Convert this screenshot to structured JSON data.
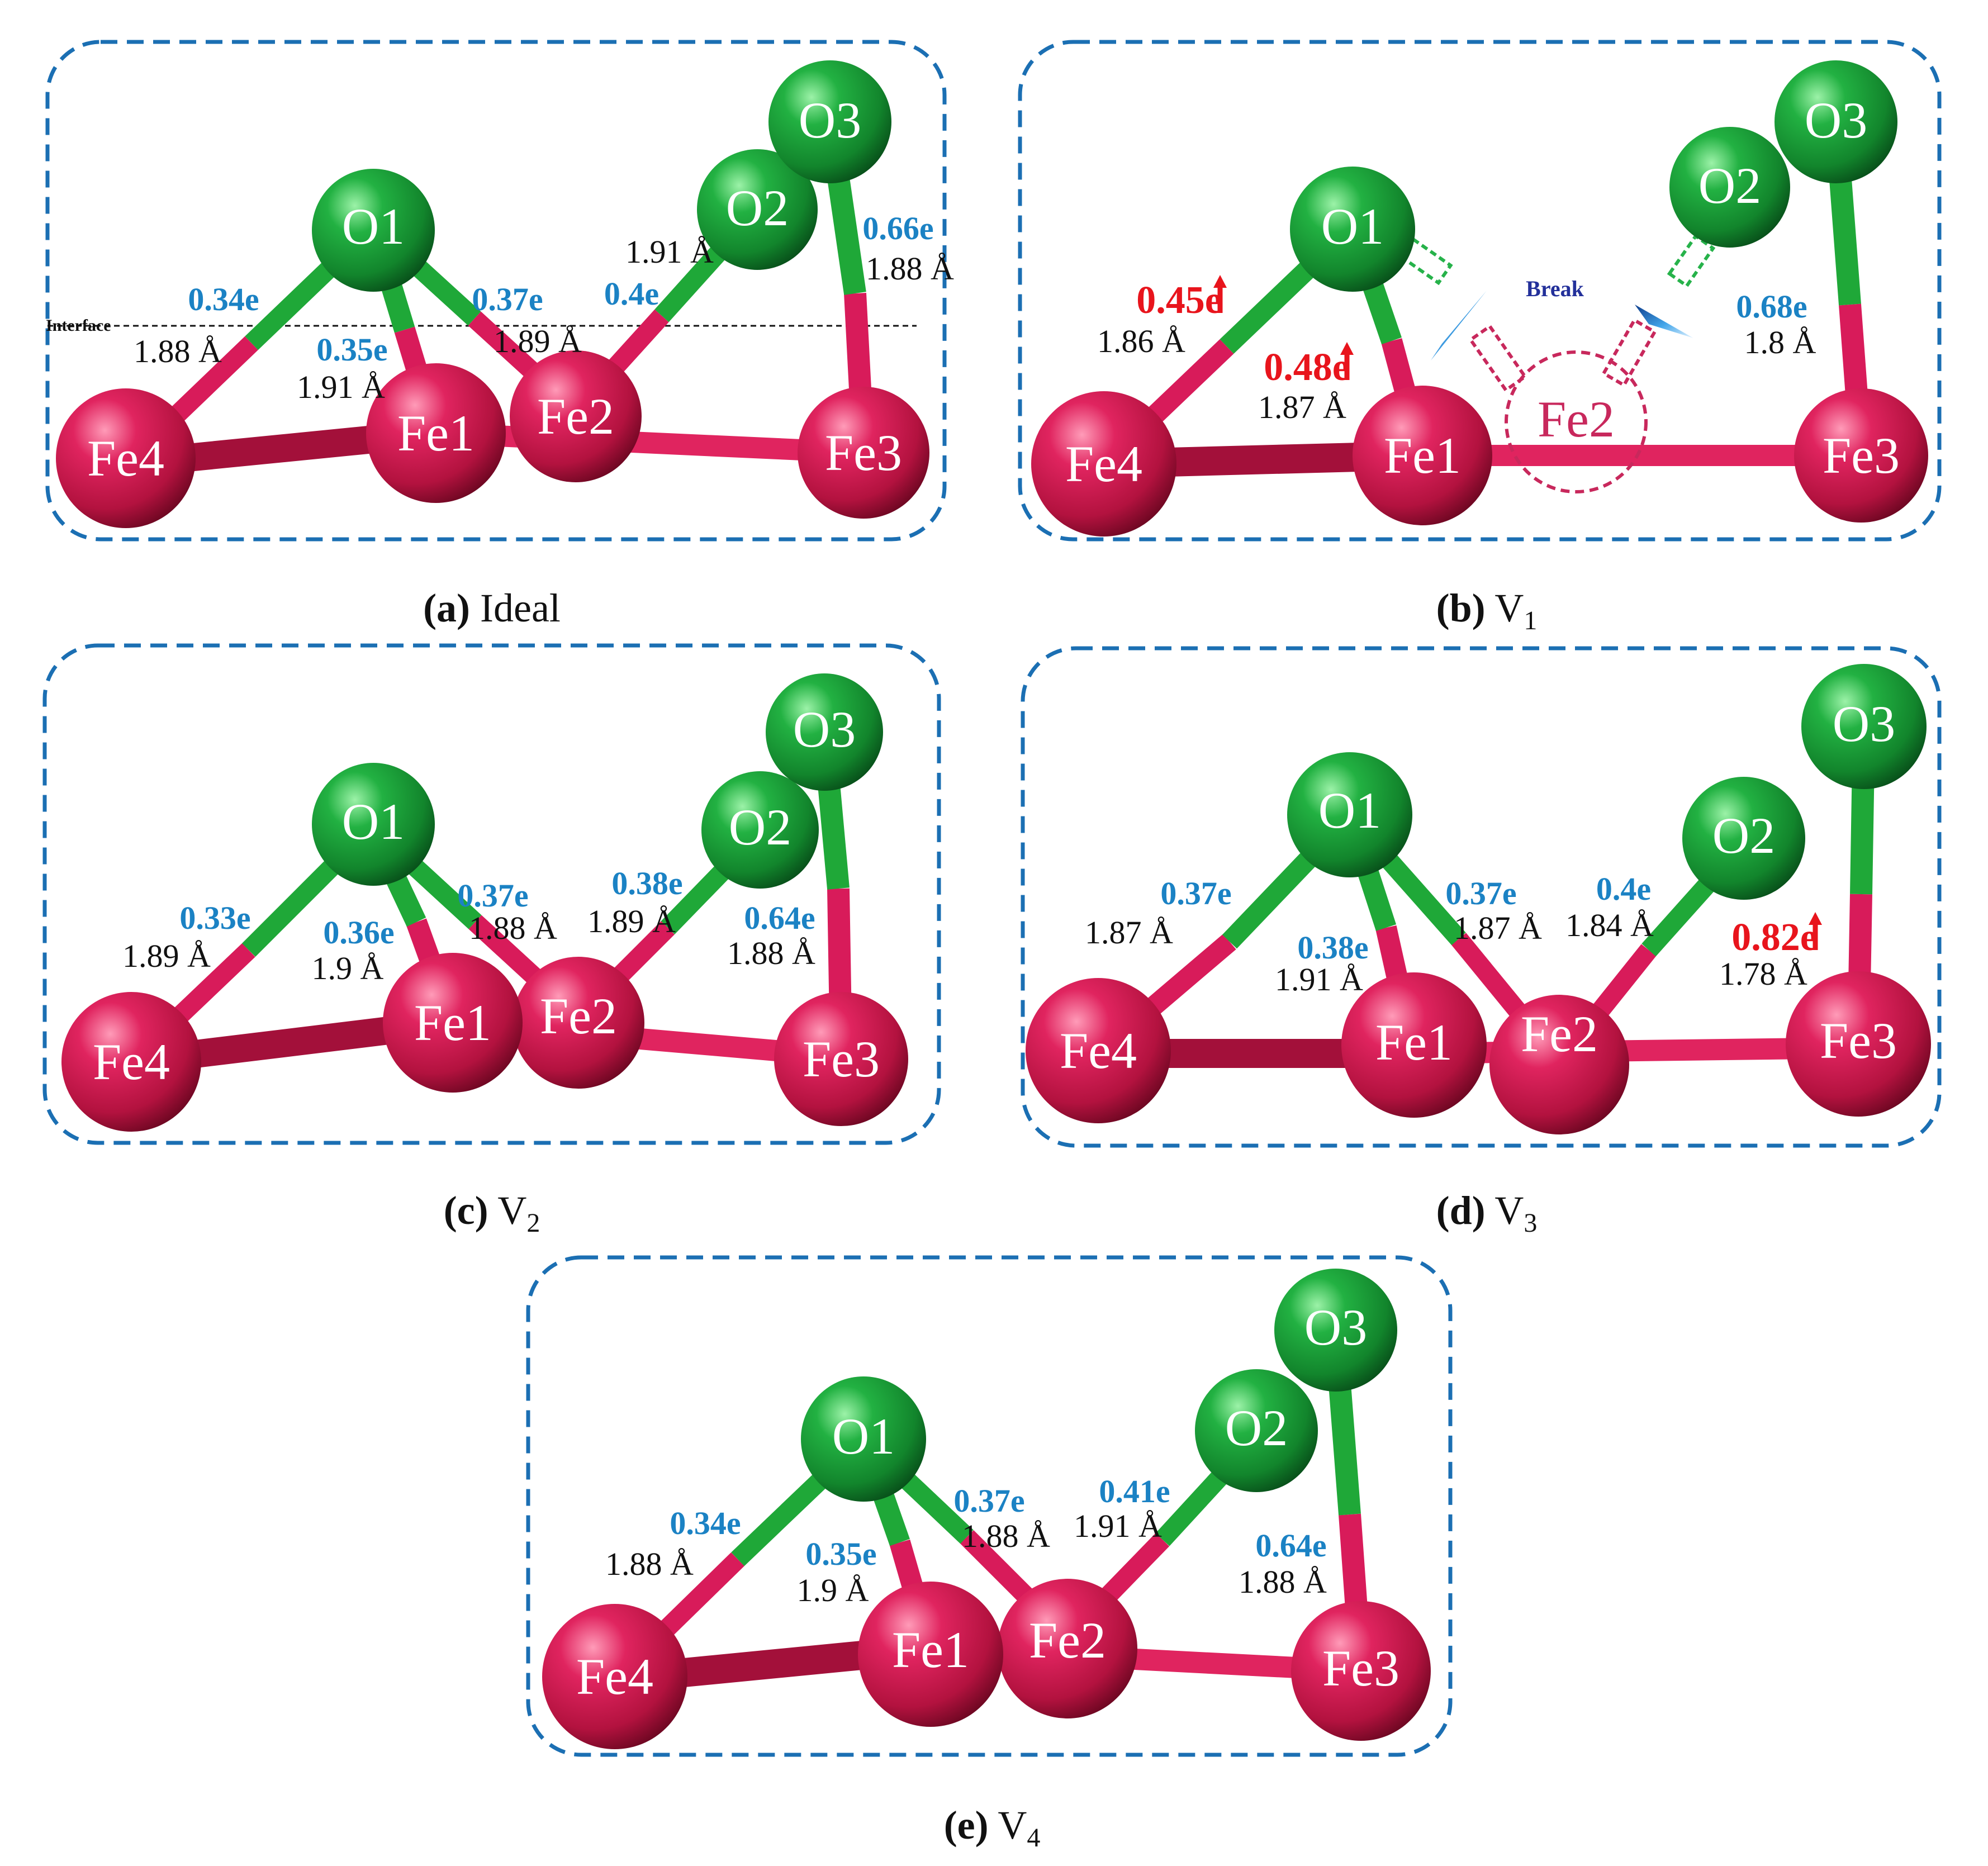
{
  "colors": {
    "iron": "#d81b5a",
    "oxygen": "#1fa838",
    "charge_text": "#1b82c4",
    "highlight_text": "#e8141c",
    "frame": "#1b6fb3"
  },
  "panels": [
    {
      "letter": "a",
      "caption_letter": "(a)",
      "caption_text": "Ideal",
      "caption_sub": "",
      "interface_label": "Interface",
      "atoms": {
        "Fe4": "Fe4",
        "Fe1": "Fe1",
        "Fe2": "Fe2",
        "Fe3": "Fe3",
        "O1": "O1",
        "O2": "O2",
        "O3": "O3"
      },
      "bonds": {
        "fe4_o1": {
          "charge": "0.34e",
          "dist": "1.88 Å"
        },
        "fe1_o1": {
          "charge": "0.35e",
          "dist": "1.91 Å"
        },
        "fe2_o1": {
          "charge": "0.37e",
          "dist": "1.89 Å"
        },
        "fe2_o2": {
          "charge": "0.4e",
          "dist": "1.91 Å"
        },
        "fe3_o3": {
          "charge": "0.66e",
          "dist": "1.88 Å"
        }
      }
    },
    {
      "letter": "b",
      "caption_letter": "(b)",
      "caption_text": "V",
      "caption_sub": "1",
      "break_label": "Break",
      "ghost_label": "Fe2",
      "atoms": {
        "Fe4": "Fe4",
        "Fe1": "Fe1",
        "Fe3": "Fe3",
        "O1": "O1",
        "O2": "O2",
        "O3": "O3"
      },
      "bonds": {
        "fe4_o1": {
          "charge": "0.45e",
          "dist": "1.86 Å"
        },
        "fe1_o1": {
          "charge": "0.48e",
          "dist": "1.87 Å"
        },
        "fe3_o3": {
          "charge": "0.68e",
          "dist": "1.8 Å"
        }
      }
    },
    {
      "letter": "c",
      "caption_letter": "(c)",
      "caption_text": "V",
      "caption_sub": "2",
      "atoms": {
        "Fe4": "Fe4",
        "Fe1": "Fe1",
        "Fe2": "Fe2",
        "Fe3": "Fe3",
        "O1": "O1",
        "O2": "O2",
        "O3": "O3"
      },
      "bonds": {
        "fe4_o1": {
          "charge": "0.33e",
          "dist": "1.89 Å"
        },
        "fe1_o1": {
          "charge": "0.36e",
          "dist": "1.9 Å"
        },
        "fe2_o1": {
          "charge": "0.37e",
          "dist": "1.88 Å"
        },
        "fe2_o2": {
          "charge": "0.38e",
          "dist": "1.89 Å"
        },
        "fe3_o3": {
          "charge": "0.64e",
          "dist": "1.88 Å"
        }
      }
    },
    {
      "letter": "d",
      "caption_letter": "(d)",
      "caption_text": "V",
      "caption_sub": "3",
      "atoms": {
        "Fe4": "Fe4",
        "Fe1": "Fe1",
        "Fe2": "Fe2",
        "Fe3": "Fe3",
        "O1": "O1",
        "O2": "O2",
        "O3": "O3"
      },
      "bonds": {
        "fe4_o1": {
          "charge": "0.37e",
          "dist": "1.87 Å"
        },
        "fe1_o1": {
          "charge": "0.38e",
          "dist": "1.91 Å"
        },
        "fe2_o1": {
          "charge": "0.37e",
          "dist": "1.87 Å"
        },
        "fe2_o2": {
          "charge": "0.4e",
          "dist": "1.84 Å"
        },
        "fe3_o3": {
          "charge": "0.82e",
          "dist": "1.78 Å"
        }
      }
    },
    {
      "letter": "e",
      "caption_letter": "(e)",
      "caption_text": "V",
      "caption_sub": "4",
      "atoms": {
        "Fe4": "Fe4",
        "Fe1": "Fe1",
        "Fe2": "Fe2",
        "Fe3": "Fe3",
        "O1": "O1",
        "O2": "O2",
        "O3": "O3"
      },
      "bonds": {
        "fe4_o1": {
          "charge": "0.34e",
          "dist": "1.88 Å"
        },
        "fe1_o1": {
          "charge": "0.35e",
          "dist": "1.9 Å"
        },
        "fe2_o1": {
          "charge": "0.37e",
          "dist": "1.88 Å"
        },
        "fe2_o2": {
          "charge": "0.41e",
          "dist": "1.91 Å"
        },
        "fe3_o3": {
          "charge": "0.64e",
          "dist": "1.88 Å"
        }
      }
    }
  ]
}
